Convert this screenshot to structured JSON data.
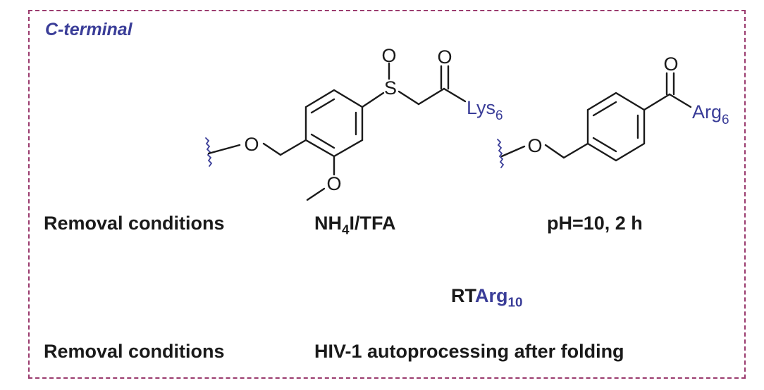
{
  "heading": "C-terminal",
  "structure1": {
    "o_ether": "O",
    "o_methoxy": "O",
    "s_atom": "S",
    "o_sulfoxide": "O",
    "o_carbonyl": "O",
    "peptide": "Lys",
    "peptide_sub": "6"
  },
  "structure2": {
    "o_ether": "O",
    "o_carbonyl": "O",
    "peptide": "Arg",
    "peptide_sub": "6"
  },
  "row1": {
    "label": "Removal conditions",
    "reagent_prefix": "NH",
    "reagent_sub": "4",
    "reagent_suffix": "I/TFA",
    "condition2": "pH=10, 2 h"
  },
  "rtarg": {
    "prefix": "RT",
    "peptide": "Arg",
    "peptide_sub": "10"
  },
  "row2": {
    "label": "Removal conditions",
    "condition": "HIV-1 autoprocessing after folding"
  }
}
